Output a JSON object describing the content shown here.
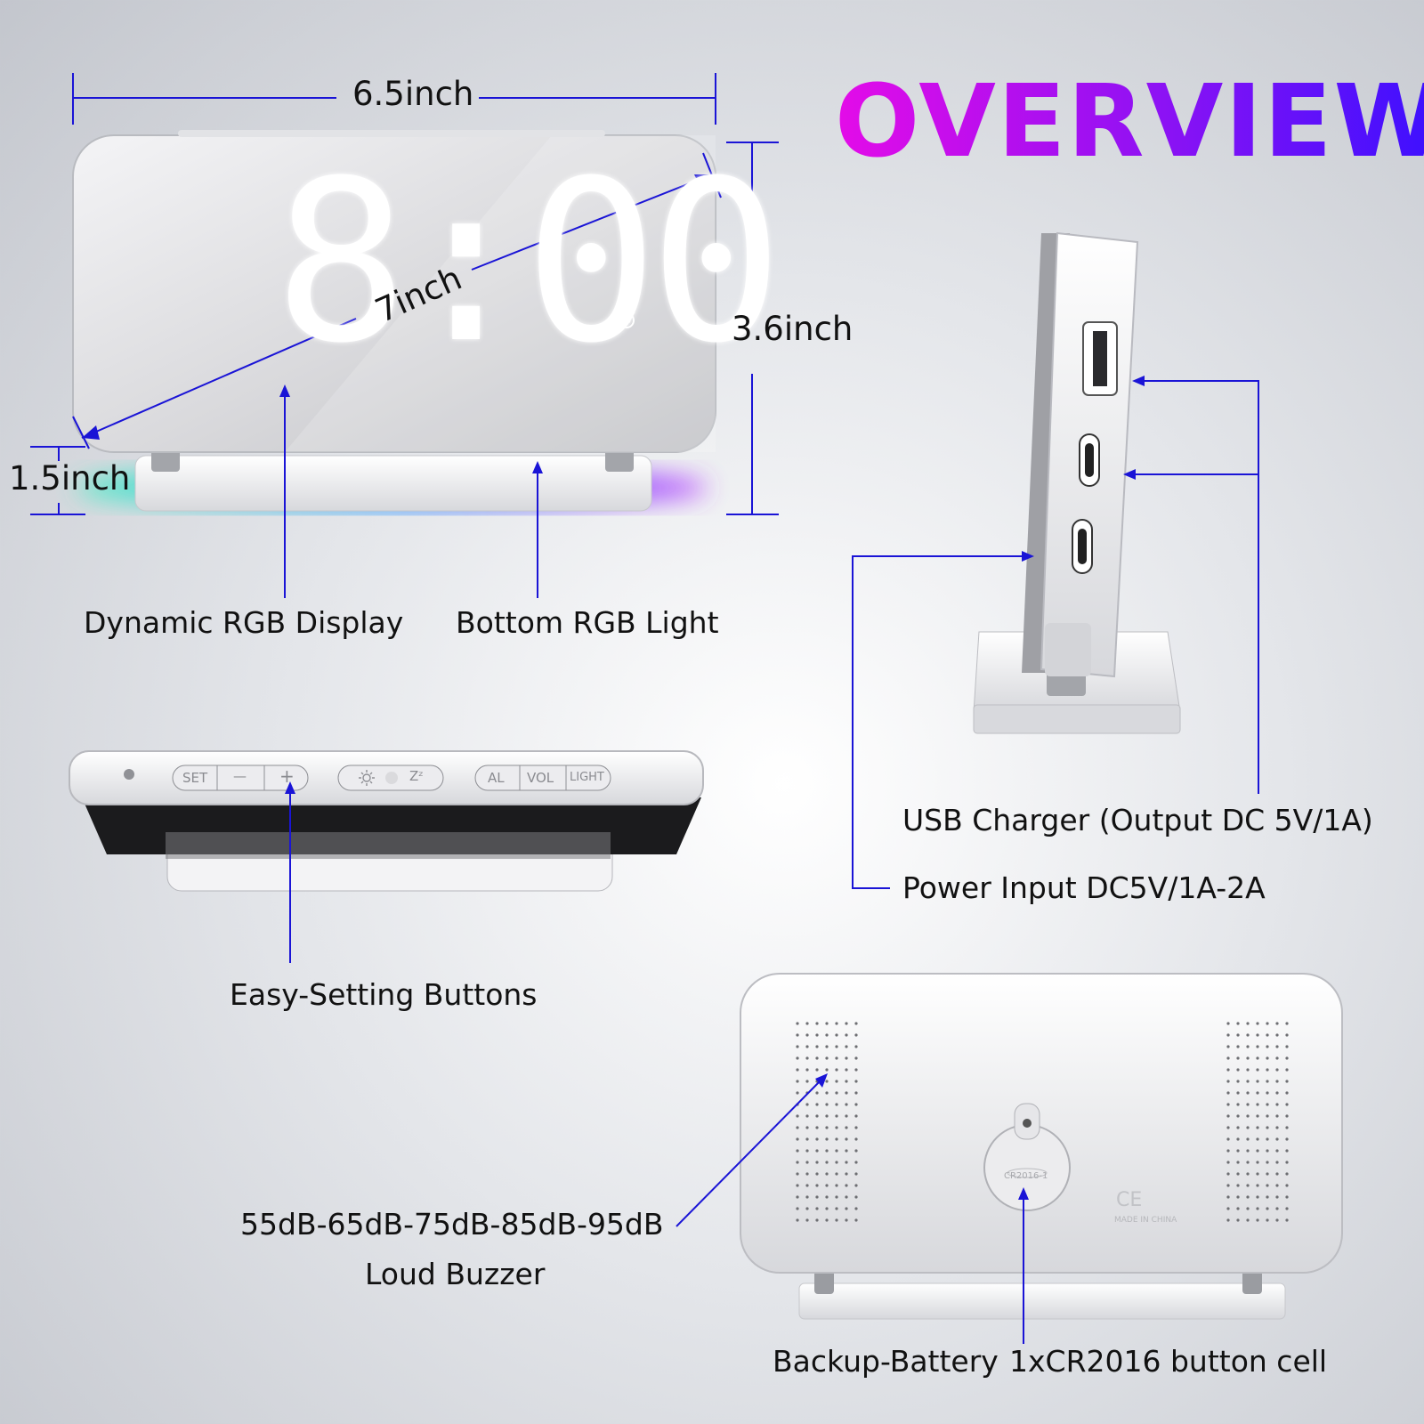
{
  "title": "OVERVIEW",
  "colors": {
    "annotation_line": "#1a14d6",
    "title_gradient_start": "#e40ce8",
    "title_gradient_end": "#3a10ff",
    "clock_digits": "#ffffff",
    "rgb_glow": [
      "#3ef0c0",
      "#3a9cff",
      "#b83cff"
    ]
  },
  "front_view": {
    "clock_time": "8:00",
    "alarm_icon": "alarm-clock-icon",
    "width_label": "6.5inch",
    "diagonal_label": "7inch",
    "height_label": "3.6inch",
    "depth_label": "1.5inch"
  },
  "features": {
    "display": "Dynamic RGB Display",
    "bottom_light": "Bottom RGB Light",
    "buttons": "Easy-Setting Buttons",
    "usb_charger": "USB Charger (Output DC 5V/1A)",
    "power_input": "Power Input DC5V/1A-2A",
    "buzzer_line1": "55dB-65dB-75dB-85dB-95dB",
    "buzzer_line2": "Loud Buzzer",
    "battery_label": "Backup-Battery",
    "battery_cell": "1xCR2016 button cell"
  },
  "top_buttons": {
    "set": "SET",
    "minus": "—",
    "plus": "+",
    "brightness_icon": "sun-icon",
    "snooze": "Zᶻ",
    "al": "AL",
    "vol": "VOL",
    "light": "LIGHT"
  },
  "back_panel": {
    "battery_cover_text": "CR2016-1",
    "made_in": "MADE IN CHINA",
    "ce_mark": "CE"
  }
}
